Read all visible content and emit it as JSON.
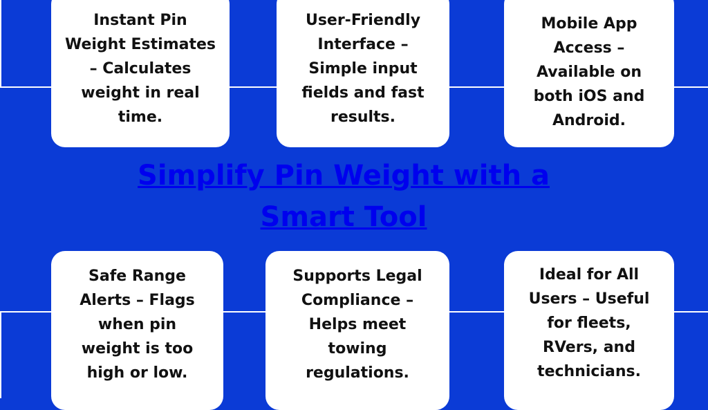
{
  "colors": {
    "background": "#0b3bd6",
    "card": "#ffffff",
    "card_text": "#111111",
    "link": "#0000ee"
  },
  "title": "Simplify Pin Weight with a Smart Tool",
  "top_cards": [
    {
      "text": "Instant Pin Weight Estimates – Calculates weight in real time."
    },
    {
      "text": "User-Friendly Interface – Simple input fields and fast results."
    },
    {
      "text": "Mobile App Access – Available on both iOS and Android."
    }
  ],
  "bottom_cards": [
    {
      "text": "Safe Range Alerts – Flags when pin weight is too high or low."
    },
    {
      "text": "Supports Legal Compliance – Helps meet towing regulations."
    },
    {
      "text": "Ideal for All Users – Useful for fleets, RVers, and technicians."
    }
  ]
}
